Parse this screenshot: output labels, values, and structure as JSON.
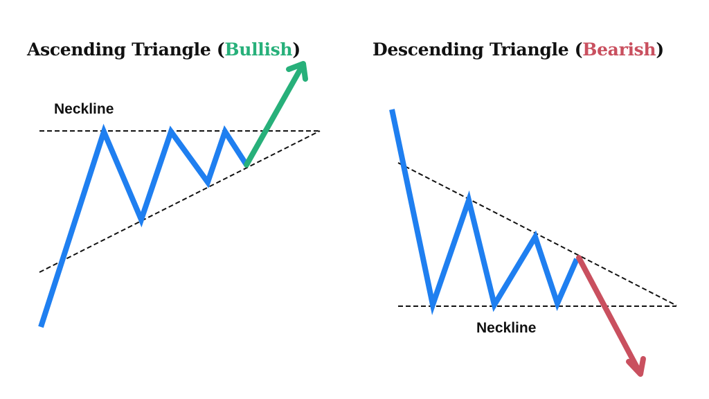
{
  "panels": {
    "ascending": {
      "title_prefix": "Ascending Triangle (",
      "title_accent": "Bullish",
      "title_suffix": ")",
      "neckline_label": "Neckline",
      "accent_color": "#27b07a"
    },
    "descending": {
      "title_prefix": "Descending Triangle (",
      "title_accent": "Bearish",
      "title_suffix": ")",
      "neckline_label": "Neckline",
      "accent_color": "#c9505f"
    }
  },
  "colors": {
    "price_line": "#1f7ff0",
    "bullish_arrow": "#27b07a",
    "bearish_arrow": "#c9505f",
    "trendline": "#111111",
    "background": "#ffffff"
  },
  "chart_data": [
    {
      "type": "line",
      "title": "Ascending Triangle (Bullish)",
      "annotations": [
        "Neckline"
      ],
      "series": [
        {
          "name": "price",
          "points": [
            [
              59,
              472
            ],
            [
              150,
              190
            ],
            [
              204,
              317
            ],
            [
              247,
              190
            ],
            [
              300,
              263
            ],
            [
              325,
              190
            ],
            [
              356,
              238
            ]
          ]
        },
        {
          "name": "breakout-up",
          "points": [
            [
              356,
              238
            ],
            [
              438,
              92
            ]
          ]
        },
        {
          "name": "neckline-resistance (dashed)",
          "points": [
            [
              57,
              189
            ],
            [
              462,
              189
            ]
          ]
        },
        {
          "name": "rising-support (dashed)",
          "points": [
            [
              57,
              393
            ],
            [
              462,
              189
            ]
          ]
        }
      ]
    },
    {
      "type": "line",
      "title": "Descending Triangle (Bearish)",
      "annotations": [
        "Neckline"
      ],
      "series": [
        {
          "name": "price",
          "points": [
            [
              566,
              158
            ],
            [
              625,
              440
            ],
            [
              677,
              289
            ],
            [
              714,
              440
            ],
            [
              773,
              342
            ],
            [
              805,
              438
            ],
            [
              833,
              374
            ]
          ]
        },
        {
          "name": "breakdown-down",
          "points": [
            [
              836,
              372
            ],
            [
              925,
              540
            ]
          ]
        },
        {
          "name": "falling-resistance (dashed)",
          "points": [
            [
              575,
              235
            ],
            [
              977,
              441
            ]
          ]
        },
        {
          "name": "neckline-support (dashed)",
          "points": [
            [
              575,
              442
            ],
            [
              977,
              442
            ]
          ]
        }
      ]
    }
  ]
}
